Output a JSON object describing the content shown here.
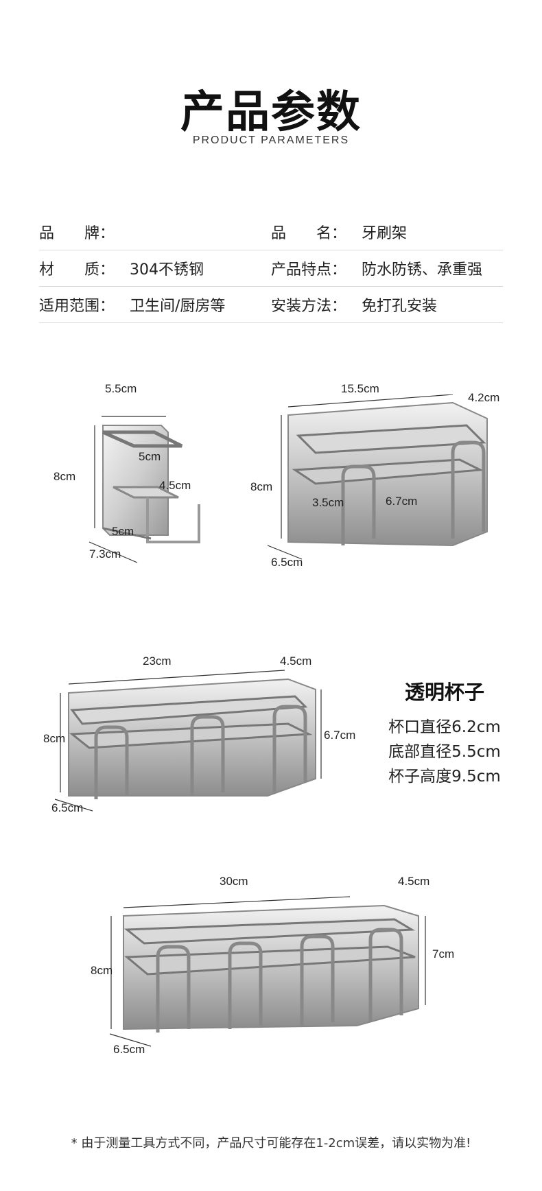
{
  "header": {
    "title": "产品参数",
    "subtitle": "PRODUCT PARAMETERS"
  },
  "params": [
    [
      {
        "label": "品　　牌：",
        "value": ""
      },
      {
        "label": "品　　名：",
        "value": "牙刷架"
      }
    ],
    [
      {
        "label": "材　　质：",
        "value": "304不锈钢"
      },
      {
        "label": "产品特点：",
        "value": "防水防锈、承重强"
      }
    ],
    [
      {
        "label": "适用范围：",
        "value": "卫生间/厨房等"
      },
      {
        "label": "安装方法：",
        "value": "免打孔安装"
      }
    ]
  ],
  "diagrams": {
    "d1": {
      "width": "5.5cm",
      "height": "8cm",
      "inner_top": "5cm",
      "inner_mid": "4.5cm",
      "base": "5cm",
      "depth": "7.3cm"
    },
    "d2": {
      "width": "15.5cm",
      "depth_top": "4.2cm",
      "height": "8cm",
      "inner_a": "3.5cm",
      "inner_b": "6.7cm",
      "depth": "6.5cm"
    },
    "d3": {
      "width": "23cm",
      "depth_top": "4.5cm",
      "height": "8cm",
      "cup_height": "6.7cm",
      "depth": "6.5cm"
    },
    "d4": {
      "width": "30cm",
      "depth_top": "4.5cm",
      "height": "8cm",
      "cup_height": "7cm",
      "depth": "6.5cm"
    }
  },
  "cup": {
    "title": "透明杯子",
    "lines": [
      "杯口直径6.2cm",
      "底部直径5.5cm",
      "杯子高度9.5cm"
    ]
  },
  "footer": {
    "note": "* 由于测量工具方式不同，产品尺寸可能存在1-2cm误差，请以实物为准!"
  },
  "colors": {
    "steel_light": "#e6e6e6",
    "steel_dark": "#8a8a8a",
    "text": "#222222"
  }
}
